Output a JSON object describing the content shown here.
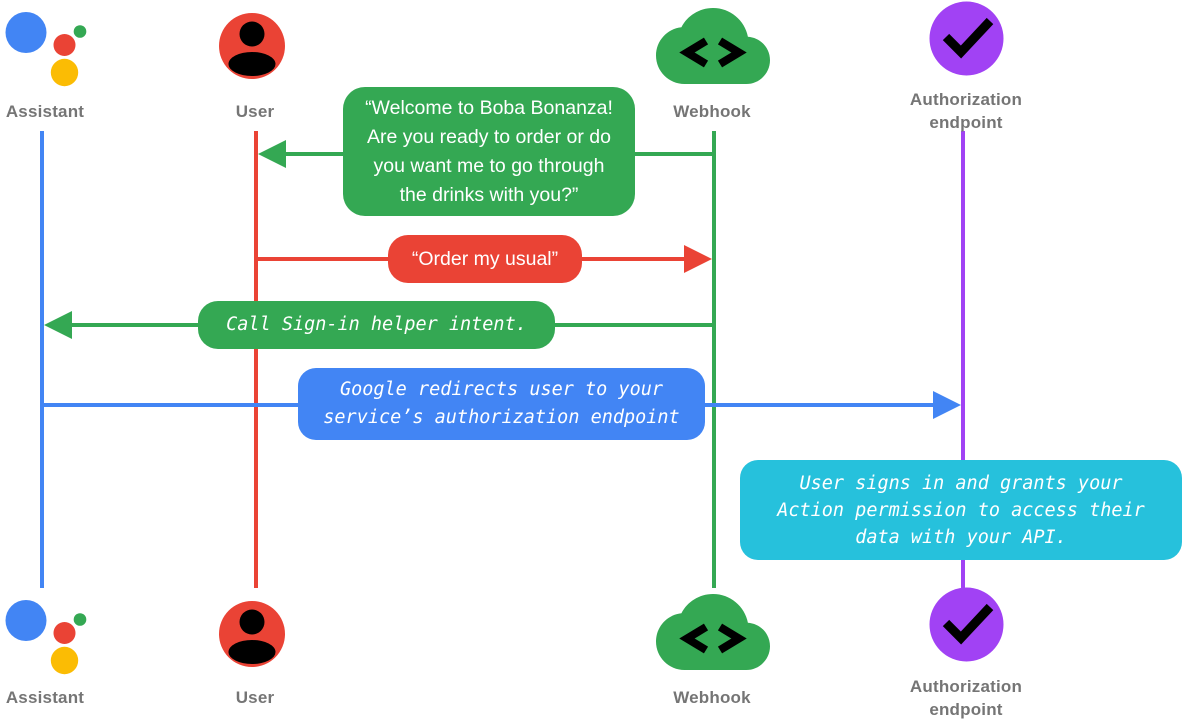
{
  "palette": {
    "assistant_blue": "#4285F4",
    "user_red": "#EA4335",
    "webhook_green": "#34A853",
    "authorization_purple": "#A142F4",
    "note_cyan": "#26C1DC",
    "assistant_logo_yellow": "#FBBC04",
    "label_gray": "#757575",
    "bubble_text": "#ffffff",
    "icon_glyph": "#000000",
    "background": "#ffffff"
  },
  "actors": [
    {
      "id": "assistant",
      "label": "Assistant",
      "color": "#4285F4",
      "icon": "google-assistant-logo"
    },
    {
      "id": "user",
      "label": "User",
      "color": "#EA4335",
      "icon": "person-icon"
    },
    {
      "id": "webhook",
      "label": "Webhook",
      "color": "#34A853",
      "icon": "cloud-code-icon"
    },
    {
      "id": "authorization_endpoint",
      "label": "Authorization endpoint",
      "color": "#A142F4",
      "icon": "checkmark-circle-icon"
    }
  ],
  "messages": [
    {
      "from": "Webhook",
      "to": "User",
      "color": "#34A853",
      "font": "sans",
      "kind": "speech",
      "text": "“Welcome to Boba Bonanza! Are you ready to order or do you want me to go through the drinks with you?”",
      "lines": [
        "“Welcome to Boba Bonanza!",
        "Are you ready to order or do",
        "you want me to go through",
        "the drinks with you?”"
      ]
    },
    {
      "from": "User",
      "to": "Webhook",
      "color": "#EA4335",
      "font": "sans",
      "kind": "speech",
      "text": "“Order my usual”",
      "lines": [
        "“Order my usual”"
      ]
    },
    {
      "from": "Webhook",
      "to": "Assistant",
      "color": "#34A853",
      "font": "mono-italic",
      "kind": "action",
      "text": "Call Sign-in helper intent.",
      "lines": [
        "Call Sign-in helper intent."
      ]
    },
    {
      "from": "Assistant",
      "to": "Authorization endpoint",
      "color": "#4285F4",
      "font": "mono-italic",
      "kind": "action",
      "text": "Google redirects user to your service’s authorization endpoint",
      "lines": [
        "Google redirects user to your",
        "service’s authorization endpoint"
      ]
    },
    {
      "from": "Authorization endpoint",
      "to": "Authorization endpoint",
      "color": "#26C1DC",
      "font": "mono-italic",
      "kind": "note",
      "text": "User signs in and grants your Action permission to access their data with your API.",
      "lines": [
        "User signs in and grants your",
        "Action permission to access their",
        "data with your API."
      ]
    }
  ]
}
